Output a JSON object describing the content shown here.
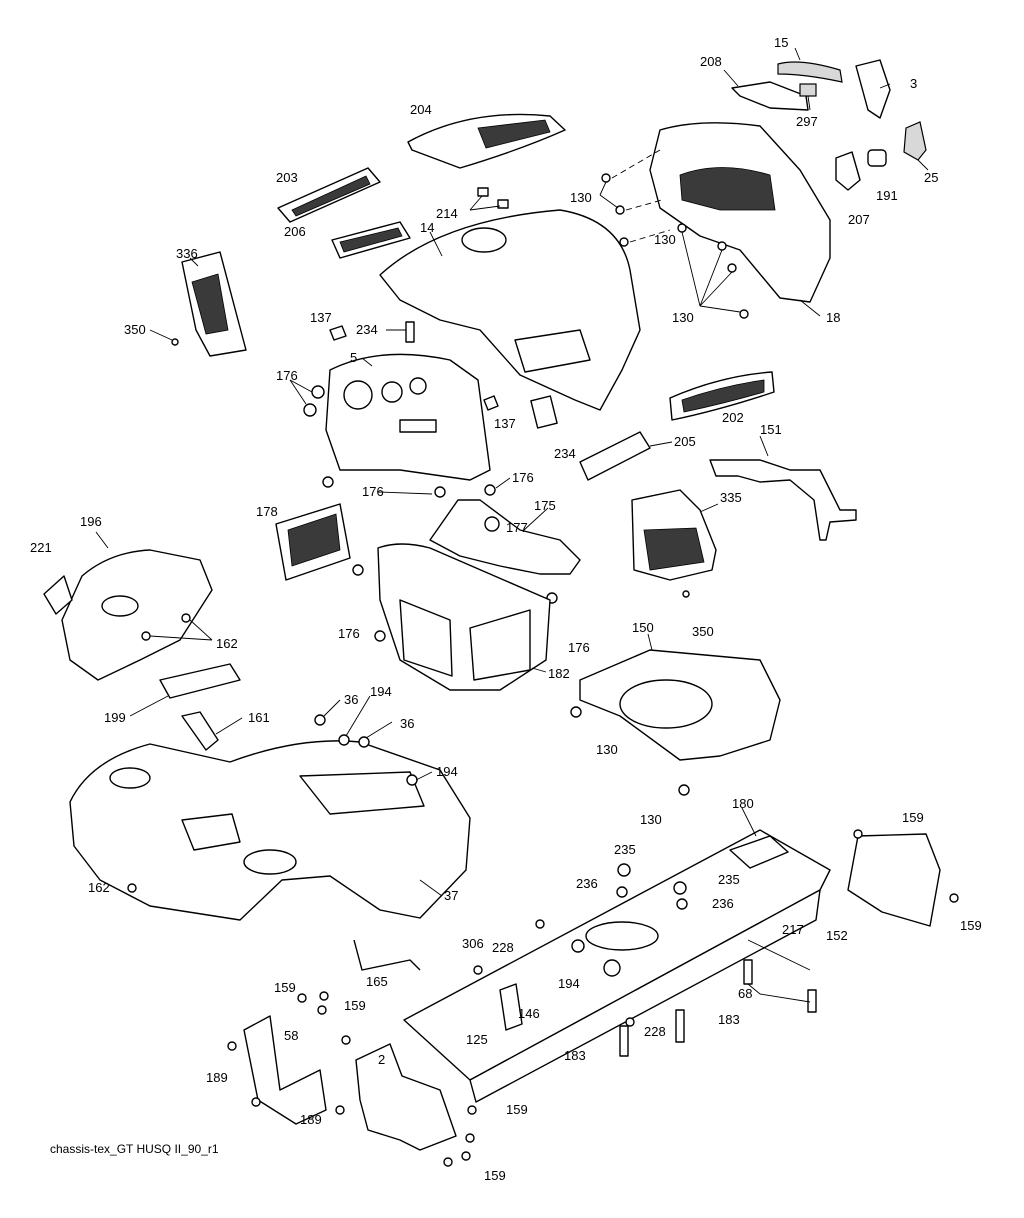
{
  "diagram": {
    "caption": "chassis-tex_GT HUSQ II_90_r1",
    "callouts": [
      {
        "id": "c15",
        "text": "15"
      },
      {
        "id": "c208",
        "text": "208"
      },
      {
        "id": "c3",
        "text": "3"
      },
      {
        "id": "c297",
        "text": "297"
      },
      {
        "id": "c25",
        "text": "25"
      },
      {
        "id": "c204",
        "text": "204"
      },
      {
        "id": "c191",
        "text": "191"
      },
      {
        "id": "c207",
        "text": "207"
      },
      {
        "id": "c203",
        "text": "203"
      },
      {
        "id": "c130a",
        "text": "130"
      },
      {
        "id": "c214",
        "text": "214"
      },
      {
        "id": "c14",
        "text": "14"
      },
      {
        "id": "c130b",
        "text": "130"
      },
      {
        "id": "c206",
        "text": "206"
      },
      {
        "id": "c336",
        "text": "336"
      },
      {
        "id": "c130c",
        "text": "130"
      },
      {
        "id": "c18",
        "text": "18"
      },
      {
        "id": "c137a",
        "text": "137"
      },
      {
        "id": "c234a",
        "text": "234"
      },
      {
        "id": "c350a",
        "text": "350"
      },
      {
        "id": "c5",
        "text": "5"
      },
      {
        "id": "c176a",
        "text": "176"
      },
      {
        "id": "c137b",
        "text": "137"
      },
      {
        "id": "c202",
        "text": "202"
      },
      {
        "id": "c234b",
        "text": "234"
      },
      {
        "id": "c205",
        "text": "205"
      },
      {
        "id": "c151",
        "text": "151"
      },
      {
        "id": "c176b",
        "text": "176"
      },
      {
        "id": "c176c",
        "text": "176"
      },
      {
        "id": "c175",
        "text": "175"
      },
      {
        "id": "c335",
        "text": "335"
      },
      {
        "id": "c178",
        "text": "178"
      },
      {
        "id": "c177",
        "text": "177"
      },
      {
        "id": "c196",
        "text": "196"
      },
      {
        "id": "c221",
        "text": "221"
      },
      {
        "id": "c162a",
        "text": "162"
      },
      {
        "id": "c176d",
        "text": "176"
      },
      {
        "id": "c176e",
        "text": "176"
      },
      {
        "id": "c150",
        "text": "150"
      },
      {
        "id": "c350b",
        "text": "350"
      },
      {
        "id": "c182",
        "text": "182"
      },
      {
        "id": "c199",
        "text": "199"
      },
      {
        "id": "c194a",
        "text": "194"
      },
      {
        "id": "c36a",
        "text": "36"
      },
      {
        "id": "c161",
        "text": "161"
      },
      {
        "id": "c36b",
        "text": "36"
      },
      {
        "id": "c130d",
        "text": "130"
      },
      {
        "id": "c194b",
        "text": "194"
      },
      {
        "id": "c130e",
        "text": "130"
      },
      {
        "id": "c180",
        "text": "180"
      },
      {
        "id": "c159a",
        "text": "159"
      },
      {
        "id": "c235a",
        "text": "235"
      },
      {
        "id": "c236a",
        "text": "236"
      },
      {
        "id": "c235b",
        "text": "235"
      },
      {
        "id": "c162b",
        "text": "162"
      },
      {
        "id": "c37",
        "text": "37"
      },
      {
        "id": "c236b",
        "text": "236"
      },
      {
        "id": "c152",
        "text": "152"
      },
      {
        "id": "c159b",
        "text": "159"
      },
      {
        "id": "c217",
        "text": "217"
      },
      {
        "id": "c306",
        "text": "306"
      },
      {
        "id": "c228a",
        "text": "228"
      },
      {
        "id": "c165",
        "text": "165"
      },
      {
        "id": "c194c",
        "text": "194"
      },
      {
        "id": "c68",
        "text": "68"
      },
      {
        "id": "c159c",
        "text": "159"
      },
      {
        "id": "c159d",
        "text": "159"
      },
      {
        "id": "c58",
        "text": "58"
      },
      {
        "id": "c146",
        "text": "146"
      },
      {
        "id": "c228b",
        "text": "228"
      },
      {
        "id": "c183a",
        "text": "183"
      },
      {
        "id": "c125",
        "text": "125"
      },
      {
        "id": "c2",
        "text": "2"
      },
      {
        "id": "c183b",
        "text": "183"
      },
      {
        "id": "c189a",
        "text": "189"
      },
      {
        "id": "c189b",
        "text": "189"
      },
      {
        "id": "c159e",
        "text": "159"
      },
      {
        "id": "c159f",
        "text": "159"
      }
    ]
  }
}
